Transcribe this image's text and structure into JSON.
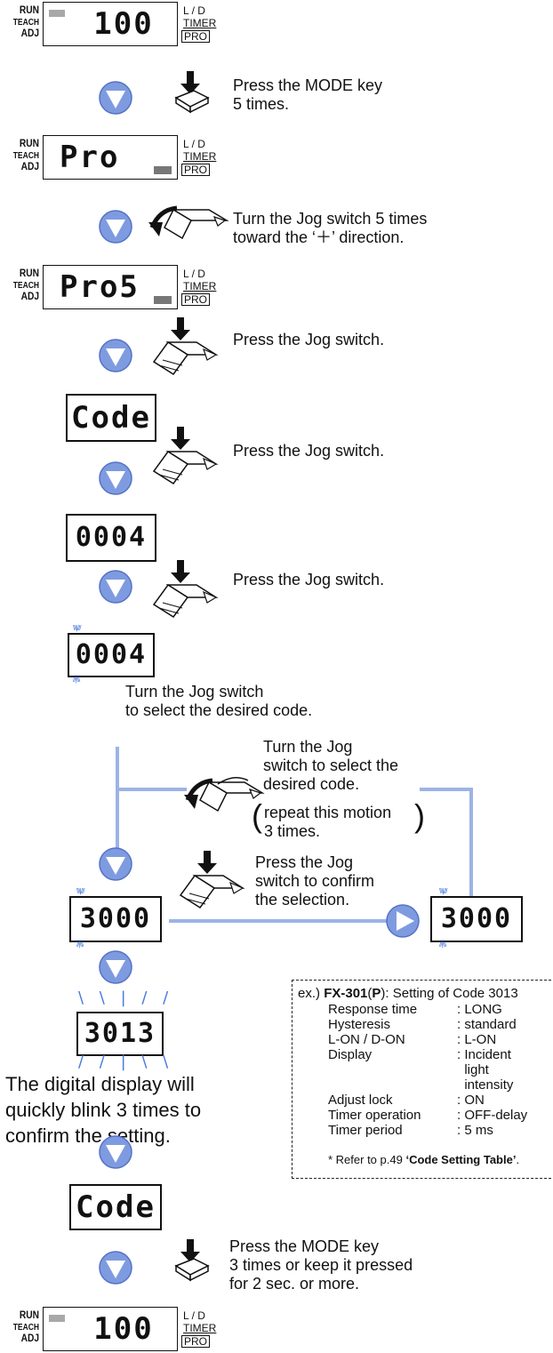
{
  "panels": {
    "side_run": "RUN",
    "side_teach": "TEACH",
    "side_adj": "ADJ",
    "label_ld": "L / D",
    "label_timer": "TIMER",
    "label_pro": "PRO",
    "panel1_display": "100",
    "panel2_display": "Pro",
    "panel3_display": "Pro5"
  },
  "displays": {
    "code": "Code",
    "d0004": "0004",
    "d0004_blink": "0004",
    "d3000_left": "3000",
    "d3000_right": "3000",
    "d3013": "3013",
    "code_final": "Code",
    "final_display": "100"
  },
  "instructions": {
    "step1": "Press the MODE key\n5 times.",
    "step2": "Turn the Jog switch 5 times\ntoward the ‘＋’ direction.",
    "step3": "Press the Jog switch.",
    "step4": "Press the Jog switch.",
    "step5": "Press the Jog switch.",
    "step6": "Turn the Jog switch\nto select the desired code.",
    "loop_turn": "Turn the Jog\nswitch to select the\ndesired code.",
    "loop_repeat": "repeat this motion\n3 times.",
    "loop_press": "Press the Jog\nswitch to confirm\nthe selection.",
    "blink_note": "The digital display will\nquickly blink 3 times to\nconfirm the setting.",
    "step_final": "Press the MODE key\n3 times or keep it pressed\nfor 2 sec. or more."
  },
  "example": {
    "prefix": "ex.)",
    "model": "FX-301",
    "open_paren": "(",
    "model_suffix": "P",
    "close_paren": ")",
    "title": ": Setting of Code 3013",
    "rows": [
      {
        "key": "Response time",
        "value": ": LONG"
      },
      {
        "key": "Hysteresis",
        "value": ": standard"
      },
      {
        "key": "L-ON / D-ON",
        "value": ": L-ON"
      },
      {
        "key": "Display",
        "value": ": Incident\n  light\n  intensity"
      },
      {
        "key": "Adjust lock",
        "value": ": ON"
      },
      {
        "key": "Timer operation",
        "value": ": OFF-delay"
      },
      {
        "key": "Timer period",
        "value": ": 5 ms"
      }
    ],
    "footnote_prefix": "* Refer to p.49 ",
    "footnote_link": "‘Code Setting Table’",
    "footnote_end": "."
  },
  "colors": {
    "arrow_fill": "#7f9be0",
    "arrow_stroke": "#5472c6",
    "connector": "#9db3e6",
    "indicator_gray": "#a8a8a8",
    "blink": "#4a7adf"
  }
}
